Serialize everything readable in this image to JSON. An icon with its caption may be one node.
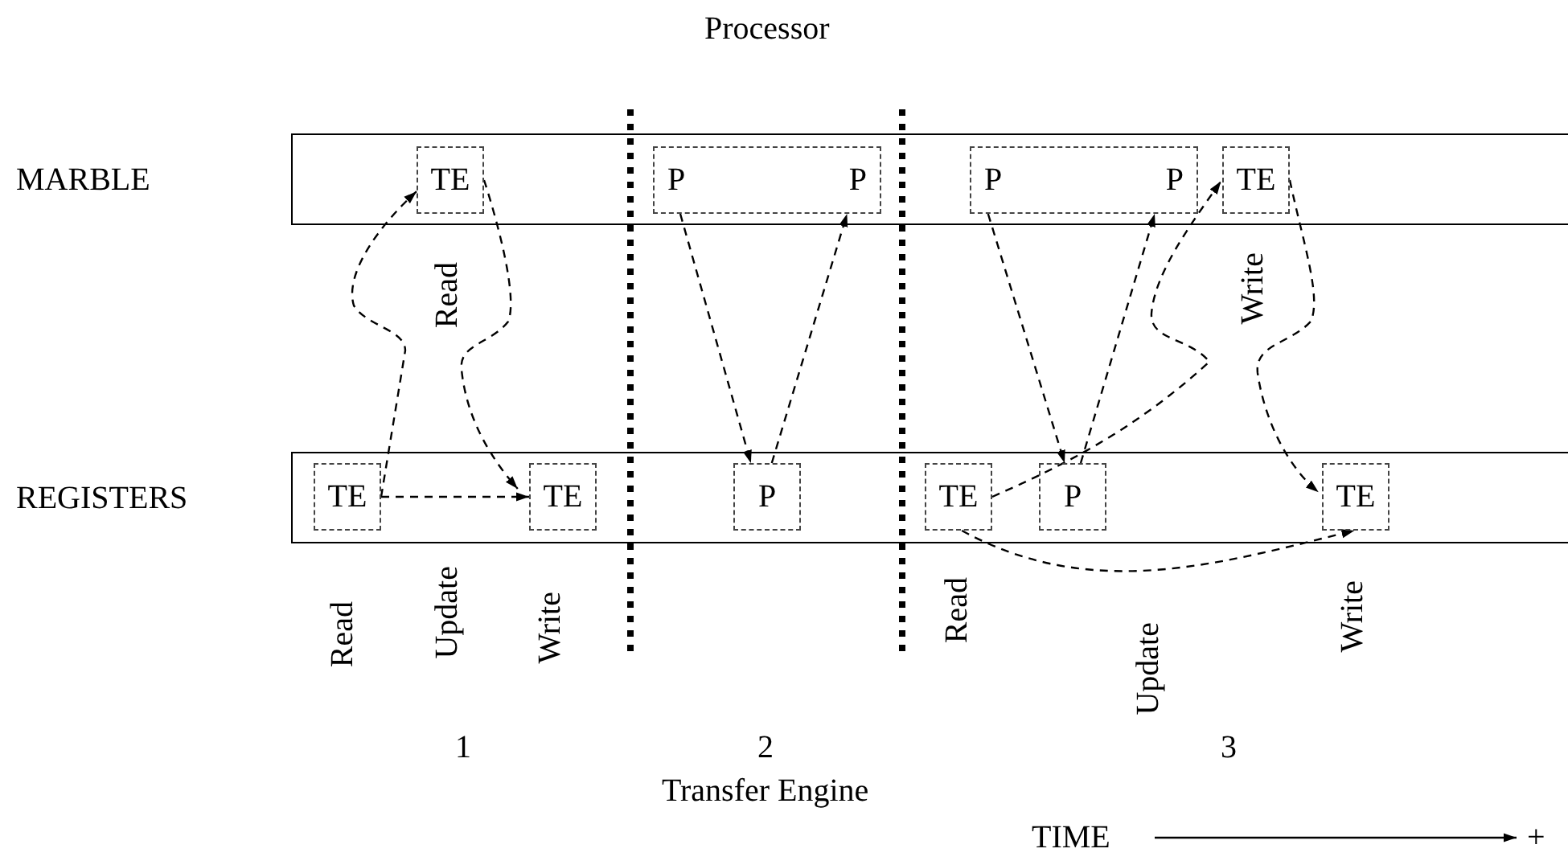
{
  "diagram": {
    "nodes": [
      {
        "text": [
          "MARBLE"
        ]
      },
      {
        "text": [
          "TE"
        ],
        "in": 0
      },
      {
        "text": [
          "P",
          "P"
        ],
        "in": 0
      },
      {
        "text": [
          "P",
          "P"
        ],
        "in": 0
      },
      {
        "text": [
          "TE"
        ],
        "in": 0
      },
      {
        "text": [
          "REGISTERS"
        ]
      },
      {
        "text": [
          "TE"
        ],
        "in": 5
      },
      {
        "text": [
          "TE"
        ],
        "in": 5
      },
      {
        "text": [
          "P"
        ],
        "in": 5
      },
      {
        "text": [
          "TE"
        ],
        "in": 5
      },
      {
        "text": [
          "P"
        ],
        "in": 5
      },
      {
        "text": [
          "TE"
        ],
        "in": 5
      }
    ],
    "edges": [
      {
        "from": 6,
        "to": 1,
        "arrow": "to",
        "style": "dashed"
      },
      {
        "from": 6,
        "to": 7,
        "arrow": "to",
        "style": "dashed"
      },
      {
        "from": 1,
        "to": 7,
        "arrow": "to",
        "style": "dashed"
      },
      {
        "from": 2,
        "to": 8,
        "arrow": "to",
        "style": "dashed"
      },
      {
        "from": 8,
        "to": 2,
        "arrow": "to",
        "style": "dashed"
      },
      {
        "from": 3,
        "to": 10,
        "arrow": "to",
        "style": "dashed"
      },
      {
        "from": 10,
        "to": 3,
        "arrow": "to",
        "style": "dashed"
      },
      {
        "from": 9,
        "to": 4,
        "arrow": "to",
        "style": "dashed"
      },
      {
        "from": 4,
        "to": 11,
        "arrow": "to",
        "style": "dashed"
      },
      {
        "from": 9,
        "to": 11,
        "arrow": "to",
        "style": "dashed"
      }
    ],
    "labels": [
      "Processor",
      "Read",
      "Write",
      "Read",
      "Update",
      "Write",
      "Read",
      "Update",
      "Write",
      "1",
      "2",
      "3",
      "Transfer Engine",
      "TIME",
      "+"
    ]
  }
}
